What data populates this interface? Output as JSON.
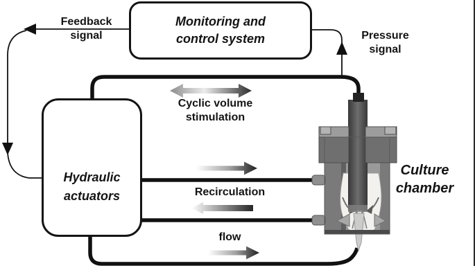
{
  "figure": {
    "background": "#ffffff",
    "line_color": "#111111",
    "right_border_color": "#2a2a2a"
  },
  "boxes": {
    "monitoring": {
      "lines": [
        "Monitoring and",
        "control system"
      ]
    },
    "actuators": {
      "lines": [
        "Hydraulic",
        "actuators"
      ]
    }
  },
  "labels": {
    "feedback": {
      "lines": [
        "Feedback",
        "signal"
      ]
    },
    "pressure": {
      "lines": [
        "Pressure",
        "signal"
      ]
    },
    "cyclic": {
      "lines": [
        "Cyclic volume",
        "stimulation"
      ]
    },
    "recirculation": {
      "text": "Recirculation"
    },
    "flow": {
      "text": "flow"
    },
    "culture": {
      "lines": [
        "Culture",
        "chamber"
      ]
    }
  },
  "arrows": {
    "cyclic_gradient": {
      "start": "#8c8c8c",
      "mid": "#ececec",
      "end": "#2d2d2d"
    },
    "forward_gradient": {
      "start": "#ffffff",
      "mid": "#a0a0a0",
      "end": "#1e1e1e"
    },
    "return_gradient": {
      "start": "#ffffff",
      "end": "#262626"
    }
  },
  "chamber": {
    "body_color": "#7a7a7a",
    "interior_color": "#9a9a9a",
    "interior_shadow": "#606060",
    "cap_color": "#6f6f6f",
    "cap_top_color": "#9d9d9d",
    "bolt_color": "#b4b4b4",
    "piston_dark": "#383838",
    "piston_light": "#6e6e6e",
    "connector_color": "#222222",
    "valve_color": "#f2f1ee",
    "stem_color": "#cccccb",
    "port_color": "#8f8f8f",
    "bottom_band": "#4a4a4a"
  }
}
